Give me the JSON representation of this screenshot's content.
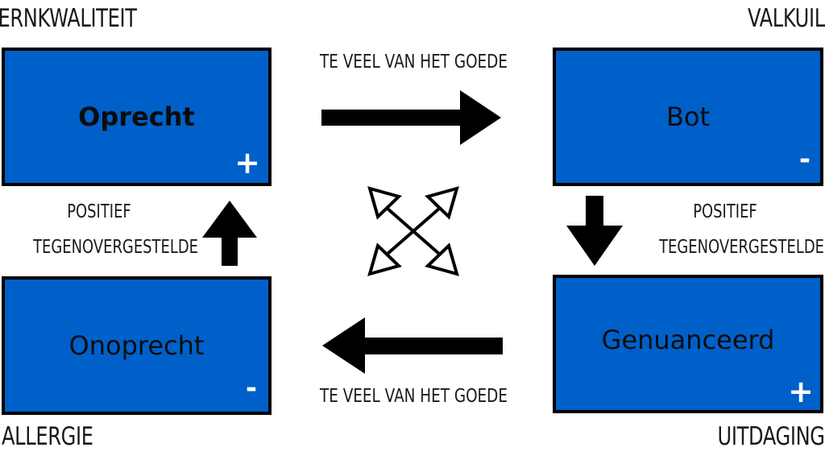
{
  "corners": {
    "top_left": "KERNKWALITEIT",
    "top_right": "VALKUIL",
    "bottom_left": "ALLERGIE",
    "bottom_right": "UITDAGING"
  },
  "boxes": {
    "top_left": {
      "label": "Oprecht",
      "sign": "+"
    },
    "top_right": {
      "label": "Bot",
      "sign": "-"
    },
    "bottom_left": {
      "label": "Onoprecht",
      "sign": "-"
    },
    "bottom_right": {
      "label": "Genuanceerd",
      "sign": "+"
    }
  },
  "connections": {
    "top_label": "TE VEEL VAN HET GOEDE",
    "bottom_label": "TE VEEL VAN HET GOEDE",
    "left_label": [
      "POSITIEF",
      "TEGENOVERGESTELDE"
    ],
    "right_label": [
      "POSITIEF",
      "TEGENOVERGESTELDE"
    ]
  },
  "colors": {
    "box_fill": "#0060c9",
    "border": "#000000",
    "sign": "#ffffff"
  }
}
